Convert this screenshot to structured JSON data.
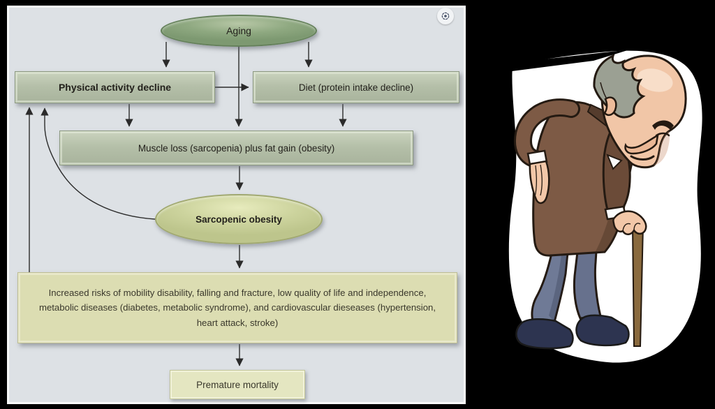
{
  "image": {
    "alt": "Flowchart showing aging leading to sarcopenic obesity and premature mortality, next to a cartoon of a hunched elderly bald man in a brown coat walking with a wooden cane"
  },
  "toolbar": {
    "visual_search_icon": "visual-search"
  },
  "flowchart": {
    "nodes": {
      "aging": {
        "label": "Aging"
      },
      "physical_activity": {
        "label": "Physical activity decline"
      },
      "diet": {
        "label": "Diet (protein intake decline)"
      },
      "muscle_loss": {
        "label": "Muscle loss (sarcopenia) plus fat gain (obesity)"
      },
      "sarcopenic_obesity": {
        "label": "Sarcopenic obesity"
      },
      "increased_risks": {
        "label": "Increased risks of mobility disability, falling and fracture, low quality of life and independence, metabolic diseases (diabetes, metabolic syndrome), and cardiovascular dieseases (hypertension, heart attack, stroke)"
      },
      "premature_mortality": {
        "label": "Premature mortality"
      }
    },
    "edges": [
      "aging -> physical_activity",
      "aging -> diet",
      "aging -> muscle_loss",
      "physical_activity -> diet",
      "physical_activity -> muscle_loss",
      "diet -> muscle_loss",
      "muscle_loss -> sarcopenic_obesity",
      "sarcopenic_obesity -> increased_risks",
      "sarcopenic_obesity -> physical_activity (feedback)",
      "increased_risks -> physical_activity (feedback)",
      "increased_risks -> premature_mortality"
    ],
    "colors": {
      "panel_background": "#dde1e5",
      "sage_node": "#b4bfa8",
      "aging_ellipse": "#8fa981",
      "sarcopenic_ellipse": "#ccd39d",
      "risks_box": "#dcddb2",
      "mortality_box": "#e4e6c1",
      "arrow": "#2b2b2b"
    }
  }
}
